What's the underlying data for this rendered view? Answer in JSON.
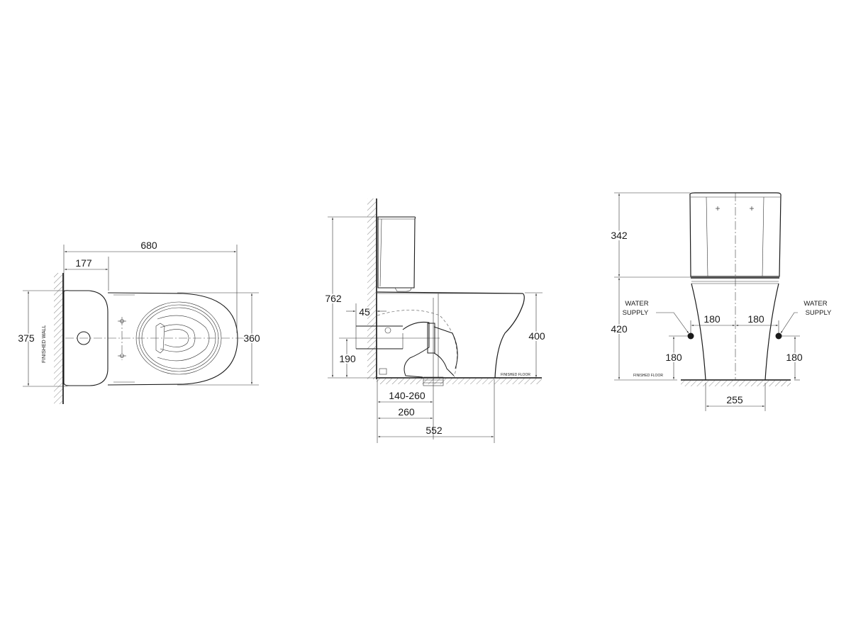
{
  "drawing": {
    "title": "Close-coupled toilet dimension drawing",
    "units": "mm",
    "line_color": "#1a1a1a",
    "background": "#ffffff"
  },
  "plan_view": {
    "dims": {
      "overall_length": "680",
      "wall_to_outlet": "177",
      "overall_width": "375",
      "bowl_width": "360"
    },
    "labels": {
      "wall": "FINISHED WALL"
    }
  },
  "side_view": {
    "dims": {
      "overall_height": "762",
      "wall_gap": "45",
      "inlet_height": "190",
      "seat_height": "400",
      "set_out_range": "140-260",
      "set_out": "260",
      "overall_depth": "552"
    },
    "labels": {
      "floor": "FINISHED FLOOR"
    }
  },
  "front_view": {
    "dims": {
      "cistern_height": "342",
      "pan_height": "420",
      "supply_left_offset": "180",
      "supply_right_offset": "180",
      "supply_left_height": "180",
      "supply_right_height": "180",
      "base_width": "255"
    },
    "labels": {
      "supply_left_line1": "WATER",
      "supply_left_line2": "SUPPLY",
      "supply_right_line1": "WATER",
      "supply_right_line2": "SUPPLY",
      "floor": "FINISHED FLOOR"
    }
  }
}
